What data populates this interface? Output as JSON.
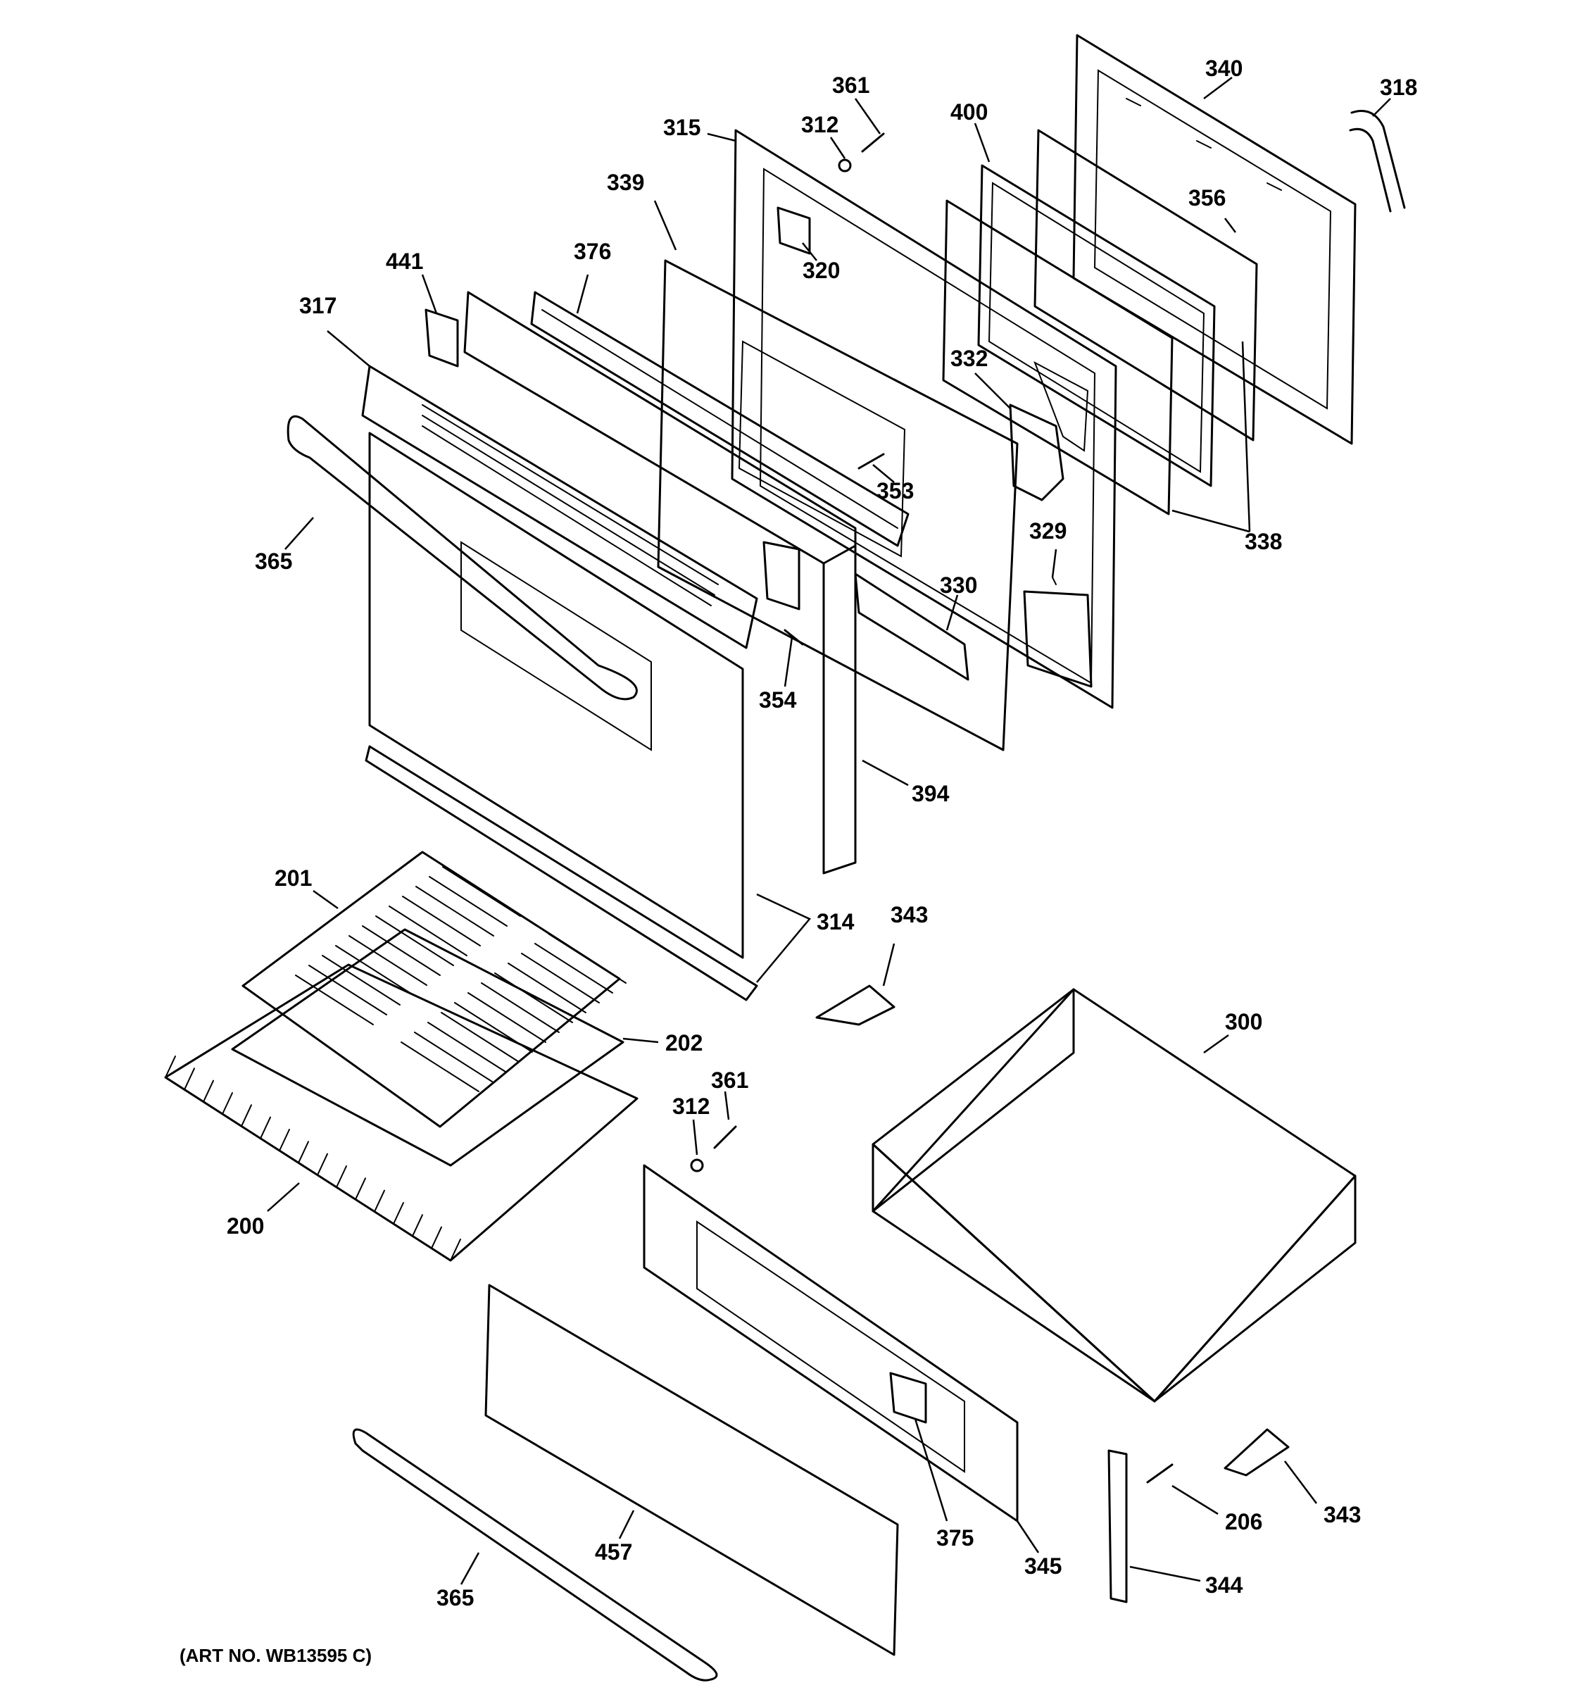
{
  "diagram": {
    "art_number": "(ART NO. WB13595 C)",
    "callouts": {
      "c361a": "361",
      "c312a": "312",
      "c315": "315",
      "c339": "339",
      "c400": "400",
      "c340": "340",
      "c318": "318",
      "c356": "356",
      "c320": "320",
      "c376": "376",
      "c441": "441",
      "c317": "317",
      "c332": "332",
      "c353": "353",
      "c365a": "365",
      "c329": "329",
      "c338": "338",
      "c330": "330",
      "c354": "354",
      "c394": "394",
      "c201": "201",
      "c314": "314",
      "c343a": "343",
      "c300": "300",
      "c202": "202",
      "c361b": "361",
      "c312b": "312",
      "c200": "200",
      "c375": "375",
      "c206": "206",
      "c343b": "343",
      "c457": "457",
      "c345": "345",
      "c344": "344",
      "c365b": "365"
    }
  }
}
